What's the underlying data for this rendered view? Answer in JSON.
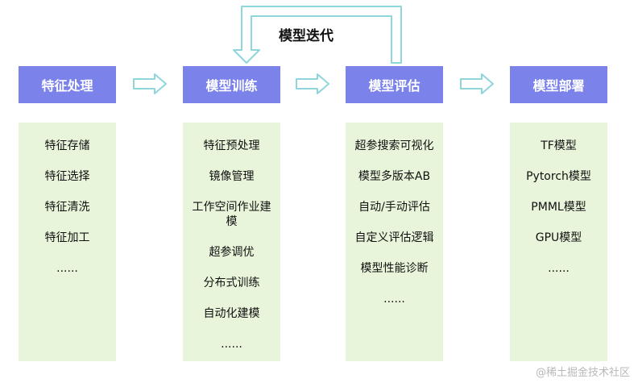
{
  "loop_label": "模型迭代",
  "stages": [
    {
      "title": "特征处理",
      "items": [
        "特征存储",
        "特征选择",
        "特征清洗",
        "特征加工",
        "......"
      ]
    },
    {
      "title": "模型训练",
      "items": [
        "特征预处理",
        "镜像管理",
        "工作空间作业建模",
        "超参调优",
        "分布式训练",
        "自动化建模",
        "......"
      ]
    },
    {
      "title": "模型评估",
      "items": [
        "超参搜索可视化",
        "模型多版本AB",
        "自动/手动评估",
        "自定义评估逻辑",
        "模型性能诊断",
        "......"
      ]
    },
    {
      "title": "模型部署",
      "items": [
        "TF模型",
        "Pytorch模型",
        "PMML模型",
        "GPU模型",
        "......"
      ]
    }
  ],
  "watermark": "@稀土掘金技术社区",
  "colors": {
    "header": "#7b83eb",
    "panel": "#e8f5da",
    "arrow": "#8fd5dc"
  }
}
